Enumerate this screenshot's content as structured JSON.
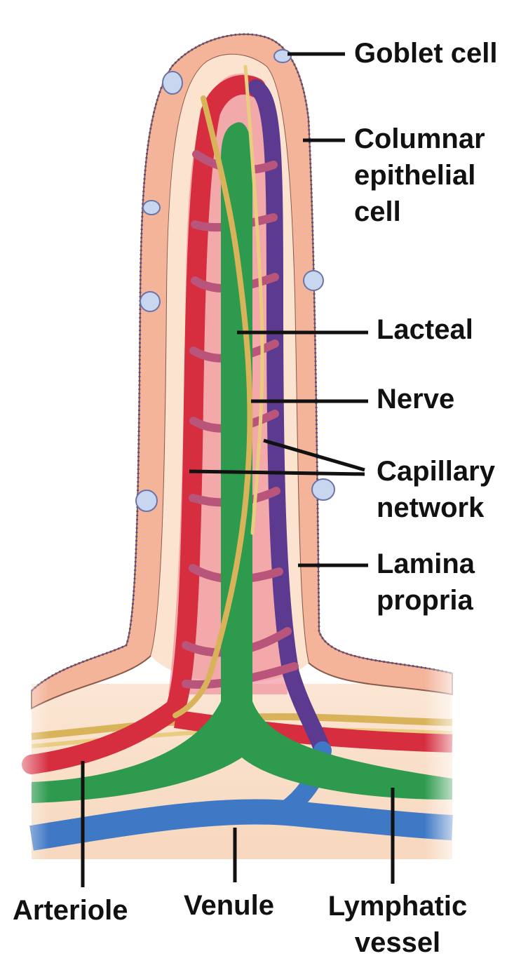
{
  "labels": {
    "goblet": [
      "Goblet cell"
    ],
    "columnar": [
      "Columnar",
      "epithelial",
      "cell"
    ],
    "lacteal": [
      "Lacteal"
    ],
    "nerve": [
      "Nerve"
    ],
    "capillary": [
      "Capillary",
      "network"
    ],
    "lamina": [
      "Lamina",
      "propria"
    ],
    "arteriole": [
      "Arteriole"
    ],
    "venule": [
      "Venule"
    ],
    "lymph": [
      "Lymphatic",
      "vessel"
    ]
  },
  "colors": {
    "epithelium_cell": "#f3b49a",
    "epithelium_border": "#b0705c",
    "nucleus": "#3a3560",
    "goblet": "#c9d6f0",
    "lamina_propria": "#fbe3cf",
    "capillary_zone": "#ec7a8c",
    "arteriole": "#d62d3f",
    "venule": "#5b3a8f",
    "venule_base": "#3f78c4",
    "lacteal": "#2e9a4e",
    "nerve": "#d8b35a",
    "leader_line": "#111111"
  }
}
